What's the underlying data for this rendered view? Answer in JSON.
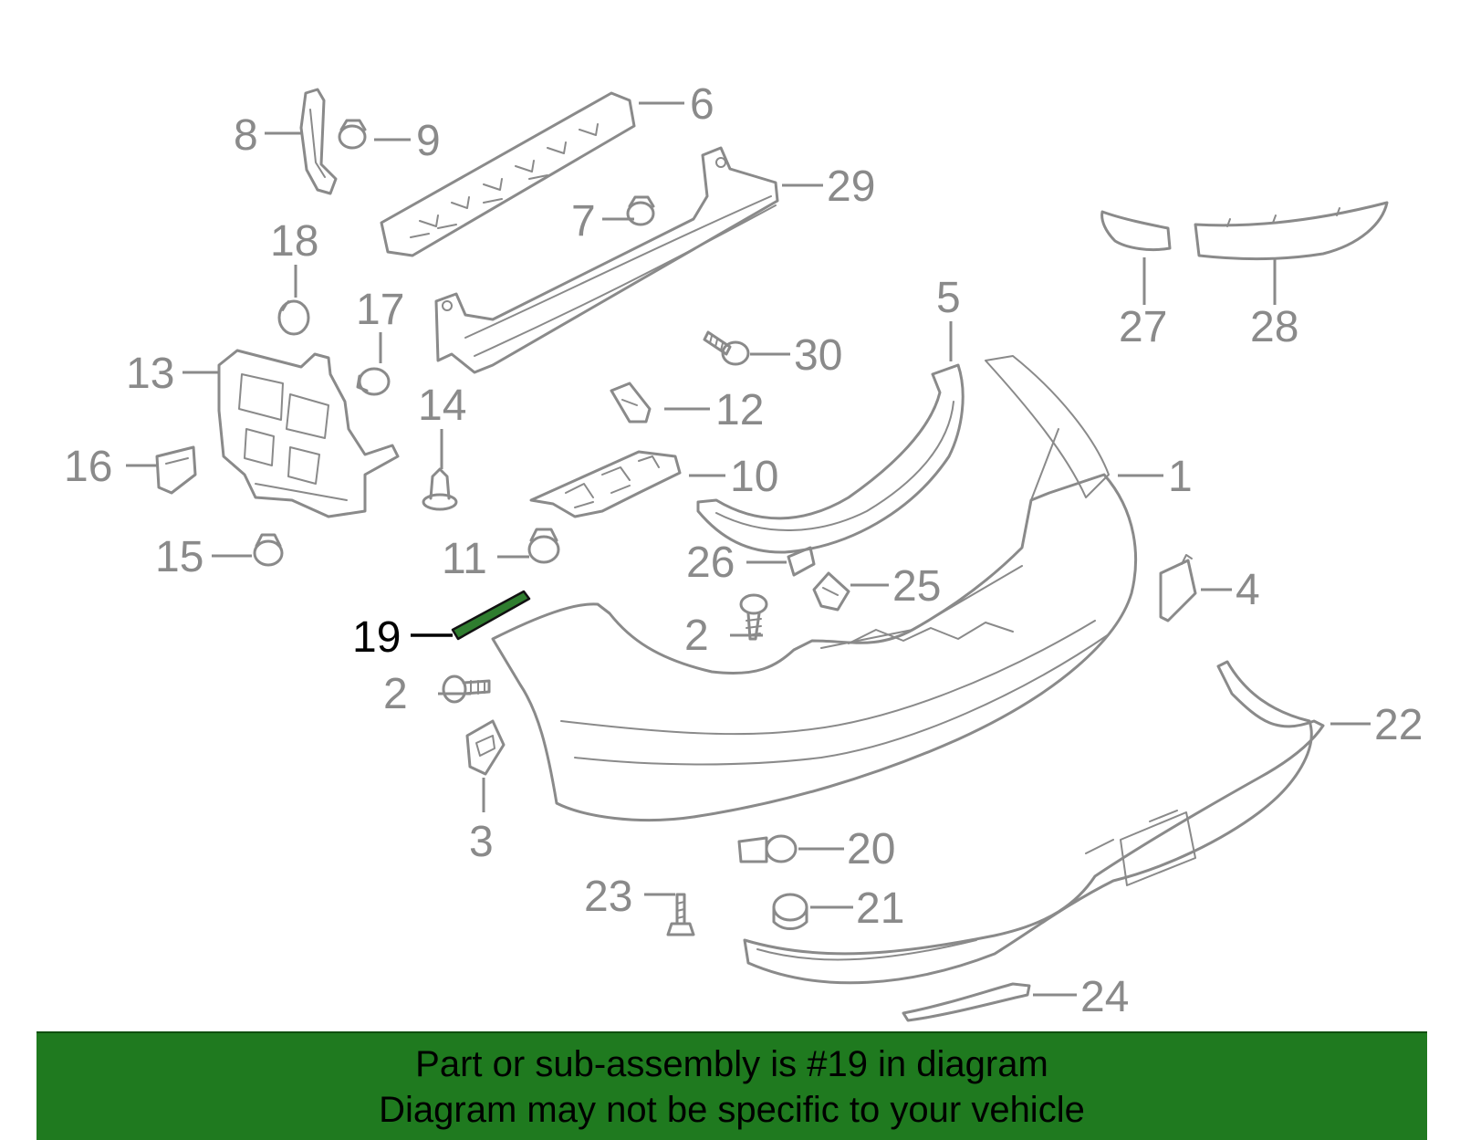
{
  "callouts": [
    {
      "id": "1",
      "text": "1"
    },
    {
      "id": "2a",
      "text": "2"
    },
    {
      "id": "2b",
      "text": "2"
    },
    {
      "id": "3",
      "text": "3"
    },
    {
      "id": "4",
      "text": "4"
    },
    {
      "id": "5",
      "text": "5"
    },
    {
      "id": "6",
      "text": "6"
    },
    {
      "id": "7",
      "text": "7"
    },
    {
      "id": "8",
      "text": "8"
    },
    {
      "id": "9",
      "text": "9"
    },
    {
      "id": "10",
      "text": "10"
    },
    {
      "id": "11",
      "text": "11"
    },
    {
      "id": "12",
      "text": "12"
    },
    {
      "id": "13",
      "text": "13"
    },
    {
      "id": "14",
      "text": "14"
    },
    {
      "id": "15",
      "text": "15"
    },
    {
      "id": "16",
      "text": "16"
    },
    {
      "id": "17",
      "text": "17"
    },
    {
      "id": "18",
      "text": "18"
    },
    {
      "id": "19",
      "text": "19"
    },
    {
      "id": "20",
      "text": "20"
    },
    {
      "id": "21",
      "text": "21"
    },
    {
      "id": "22",
      "text": "22"
    },
    {
      "id": "23",
      "text": "23"
    },
    {
      "id": "24",
      "text": "24"
    },
    {
      "id": "25",
      "text": "25"
    },
    {
      "id": "26",
      "text": "26"
    },
    {
      "id": "27",
      "text": "27"
    },
    {
      "id": "28",
      "text": "28"
    },
    {
      "id": "29",
      "text": "29"
    },
    {
      "id": "30",
      "text": "30"
    }
  ],
  "highlighted_part": "19",
  "colors": {
    "line_art": "#8a8a8a",
    "highlight_fill": "#2f7d2f",
    "banner_background": "#1f7a1f",
    "text": "#000000"
  },
  "banner": {
    "line1": "Part or sub-assembly is #19 in diagram",
    "line2": "Diagram may not be specific to your vehicle"
  }
}
